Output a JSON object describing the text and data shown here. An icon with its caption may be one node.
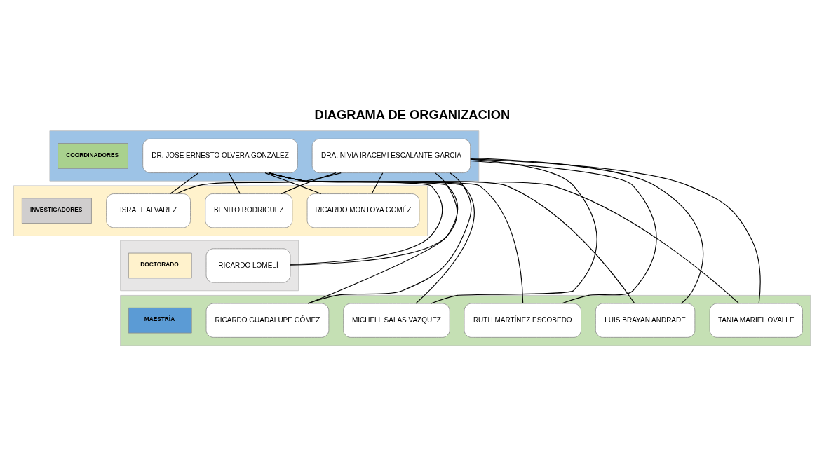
{
  "diagram": {
    "title": "DIAGRAMA DE ORGANIZACION",
    "nodes": [
      {
        "text": [],
        "shape": "bar"
      },
      {
        "text": [
          "COORDINADORES"
        ],
        "in": 0
      },
      {
        "text": [
          "DR. JOSE ERNESTO OLVERA GONZALEZ"
        ],
        "in": 0
      },
      {
        "text": [
          "DRA. NIVIA IRACEMI ESCALANTE GARCIA"
        ],
        "in": 0
      },
      {
        "text": [],
        "shape": "bar"
      },
      {
        "text": [
          "INVESTIGADORES"
        ],
        "in": 4
      },
      {
        "text": [
          "BENITO RODRIGUEZ"
        ],
        "in": 4
      },
      {
        "text": [
          "RICARDO MONTOYA GOMÉZ"
        ],
        "in": 4
      },
      {
        "text": [
          "ISRAEL ALVAREZ"
        ],
        "in": 4
      },
      {
        "text": [],
        "shape": "bar"
      },
      {
        "text": [
          "DOCTORADO"
        ],
        "in": 9
      },
      {
        "text": [
          "RICARDO LOMELÍ"
        ],
        "in": 9
      },
      {
        "text": [],
        "shape": "bar"
      },
      {
        "text": [
          "MAESTRÍA"
        ],
        "in": 12
      },
      {
        "text": [
          "LUIS BRAYAN ANDRADE"
        ],
        "in": 12
      },
      {
        "text": [
          "RUTH MARTÍNEZ ESCOBEDO"
        ],
        "in": 12
      },
      {
        "text": [
          "RICARDO GUADALUPE GÓMEZ"
        ],
        "in": 12
      },
      {
        "text": [
          "MICHELL SALAS VAZQUEZ"
        ],
        "in": 12
      },
      {
        "text": [
          "TANIA MARIEL OVALLE"
        ],
        "in": 12
      }
    ],
    "edges": [
      {
        "from": 2,
        "to": 6,
        "arrow": "none"
      },
      {
        "from": 2,
        "to": 7,
        "arrow": "none"
      },
      {
        "from": 2,
        "to": 11,
        "arrow": "none"
      },
      {
        "from": 2,
        "to": 8,
        "arrow": "none"
      },
      {
        "from": 2,
        "to": 14,
        "arrow": "none"
      },
      {
        "from": 2,
        "to": 15,
        "arrow": "none"
      },
      {
        "from": 2,
        "to": 16,
        "arrow": "none"
      },
      {
        "from": 2,
        "to": 17,
        "arrow": "none"
      },
      {
        "from": 2,
        "to": 18,
        "arrow": "none"
      },
      {
        "from": 3,
        "to": 6,
        "arrow": "none"
      },
      {
        "from": 3,
        "to": 7,
        "arrow": "none"
      },
      {
        "from": 3,
        "to": 11,
        "arrow": "none"
      },
      {
        "from": 3,
        "to": 8,
        "arrow": "none"
      },
      {
        "from": 3,
        "to": 14,
        "arrow": "none"
      },
      {
        "from": 3,
        "to": 15,
        "arrow": "none"
      },
      {
        "from": 3,
        "to": 16,
        "arrow": "none"
      },
      {
        "from": 3,
        "to": 17,
        "arrow": "none"
      },
      {
        "from": 3,
        "to": 18,
        "arrow": "none"
      }
    ]
  }
}
